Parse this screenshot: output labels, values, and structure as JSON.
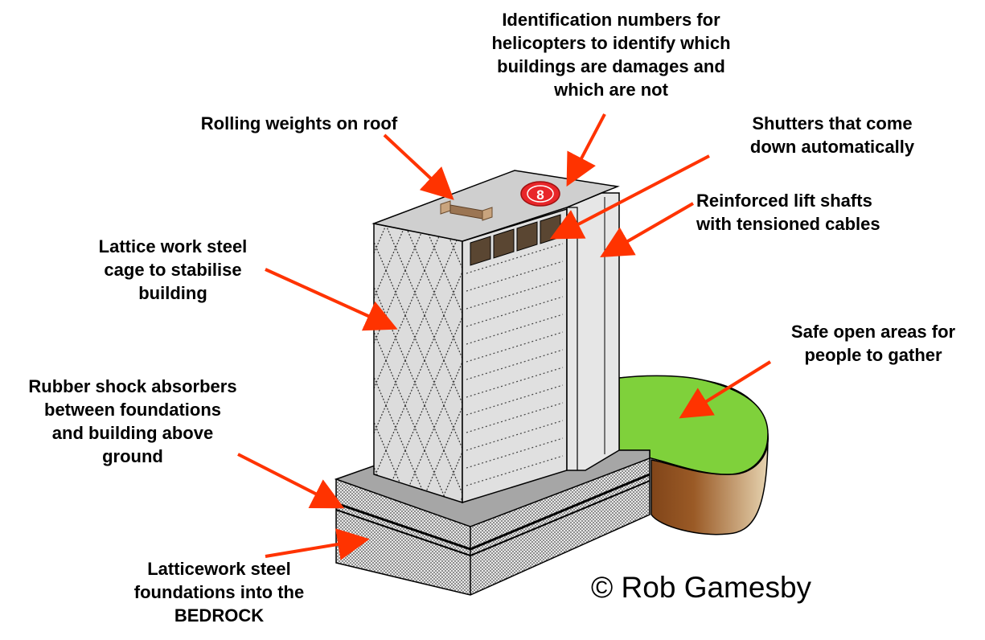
{
  "labels": {
    "identification": [
      "Identification numbers for",
      "helicopters to identify which",
      "buildings are damages and",
      "which are not"
    ],
    "rolling_weights": [
      "Rolling weights on roof"
    ],
    "shutters": [
      "Shutters that come",
      "down automatically"
    ],
    "lift_shafts": [
      "Reinforced lift shafts",
      "with tensioned cables"
    ],
    "lattice_cage": [
      "Lattice work steel",
      "cage to stabilise",
      "building"
    ],
    "open_areas": [
      "Safe open areas for",
      "people to gather"
    ],
    "shock_absorbers": [
      "Rubber shock absorbers",
      "between foundations",
      "and building above",
      "ground"
    ],
    "foundations": [
      "Latticework steel",
      "foundations into the",
      "BEDROCK"
    ]
  },
  "roof_marker_number": "8",
  "credit": "© Rob Gamesby",
  "colors": {
    "arrow": "#ff3300",
    "roof_marker": "#e8262a",
    "grass": "#7fd13b",
    "soil": "#8b4a1c",
    "building": "#d9d9d9",
    "shutter": "#5a4632",
    "weight": "#b08a6a"
  }
}
